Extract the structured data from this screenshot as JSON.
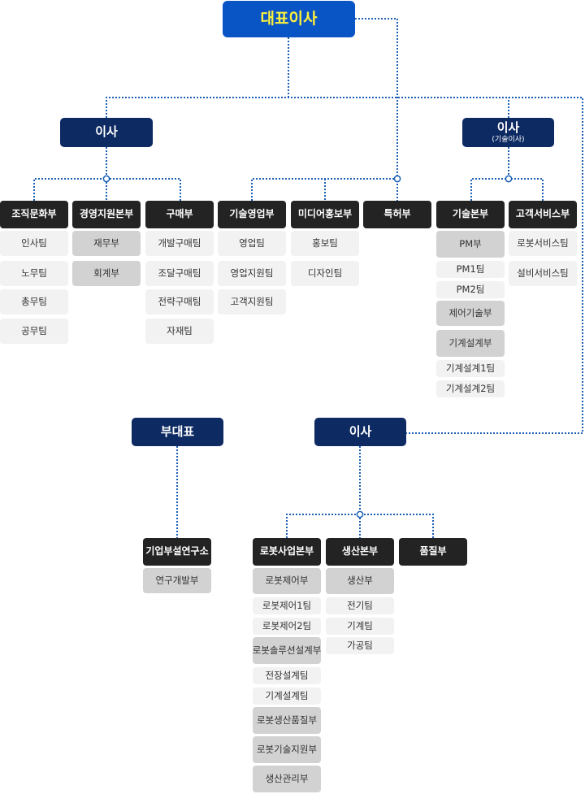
{
  "ceo": "대표이사",
  "execs": {
    "left": "이사",
    "right": "이사",
    "right_sub": "(기술이사)",
    "vice": "부대표",
    "bottom": "이사"
  },
  "depts": {
    "org_culture": {
      "title": "조직문화부",
      "items": [
        "인사팀",
        "노무팀",
        "총무팀",
        "공무팀"
      ]
    },
    "mgmt_support": {
      "title": "경영지원본부",
      "items": [
        "재무부",
        "회계부"
      ]
    },
    "purchasing": {
      "title": "구매부",
      "items": [
        "개발구매팀",
        "조달구매팀",
        "전략구매팀",
        "자재팀"
      ]
    },
    "tech_sales": {
      "title": "기술영업부",
      "items": [
        "영업팀",
        "영업지원팀",
        "고객지원팀"
      ]
    },
    "media_pr": {
      "title": "미디어홍보부",
      "items": [
        "홍보팀",
        "디자인팀"
      ]
    },
    "patent": {
      "title": "특허부"
    },
    "tech_hq": {
      "title": "기술본부",
      "items": [
        "PM부",
        "PM1팀",
        "PM2팀",
        "제어기술부",
        "기계설계부",
        "기계설계1팀",
        "기계설계2팀"
      ]
    },
    "customer_service": {
      "title": "고객서비스부",
      "items": [
        "로봇서비스팀",
        "설비서비스팀"
      ]
    },
    "rnd": {
      "title": "기업부설연구소",
      "items": [
        "연구개발부"
      ]
    },
    "robot_biz": {
      "title": "로봇사업본부",
      "items": [
        "로봇제어부",
        "로봇제어1팀",
        "로봇제어2팀",
        "로봇솔루션설계부",
        "전장설계팀",
        "기계설계팀",
        "로봇생산품질부",
        "로봇기술지원부",
        "생산관리부"
      ]
    },
    "production": {
      "title": "생산본부",
      "items": [
        "생산부",
        "전기팀",
        "기계팀",
        "가공팀"
      ]
    },
    "quality": {
      "title": "품질부"
    }
  },
  "colors": {
    "ceo_bg": "#0a55c6",
    "ceo_text": "#fff23a",
    "exec_bg": "#0d2a63",
    "dept_bg": "#232323",
    "connector": "#1a5fb4",
    "unit_bg": "#d2d2d2",
    "team_bg": "#f2f2f2"
  }
}
